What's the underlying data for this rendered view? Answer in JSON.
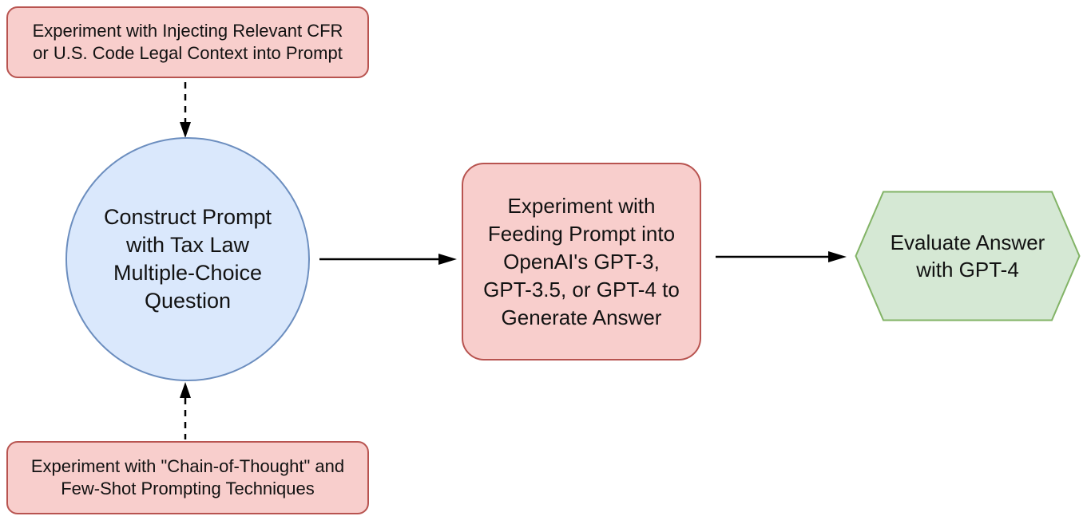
{
  "diagram": {
    "title": "Tax law GPT experiment flowchart",
    "background_color": "#ffffff",
    "text_color": "#121212",
    "arrow_color": "#000000",
    "nodes": {
      "inject_context": {
        "shape": "rounded-rectangle",
        "fill": "#f8cecc",
        "border": "#b85450",
        "lines": [
          "Experiment with Injecting Relevant CFR",
          "or U.S. Code Legal Context into Prompt"
        ]
      },
      "construct_prompt": {
        "shape": "circle",
        "fill": "#dae8fc",
        "border": "#6c8ebf",
        "lines": [
          "Construct Prompt",
          "with Tax Law",
          "Multiple-Choice",
          "Question"
        ]
      },
      "feed_prompt": {
        "shape": "rounded-rectangle",
        "fill": "#f8cecc",
        "border": "#b85450",
        "lines": [
          "Experiment with",
          "Feeding Prompt into",
          "OpenAI's GPT-3,",
          "GPT-3.5, or GPT-4 to",
          "Generate Answer"
        ]
      },
      "evaluate_answer": {
        "shape": "hexagon",
        "fill": "#d5e8d4",
        "border": "#82b366",
        "lines": [
          "Evaluate Answer",
          "with GPT-4"
        ]
      },
      "cot_prompting": {
        "shape": "rounded-rectangle",
        "fill": "#f8cecc",
        "border": "#b85450",
        "lines": [
          "Experiment with \"Chain-of-Thought\" and",
          "Few-Shot Prompting Techniques"
        ]
      }
    },
    "edges": [
      {
        "from": "inject_context",
        "to": "construct_prompt",
        "style": "dashed",
        "direction": "down"
      },
      {
        "from": "cot_prompting",
        "to": "construct_prompt",
        "style": "dashed",
        "direction": "up"
      },
      {
        "from": "construct_prompt",
        "to": "feed_prompt",
        "style": "solid",
        "direction": "right"
      },
      {
        "from": "feed_prompt",
        "to": "evaluate_answer",
        "style": "solid",
        "direction": "right"
      }
    ]
  }
}
